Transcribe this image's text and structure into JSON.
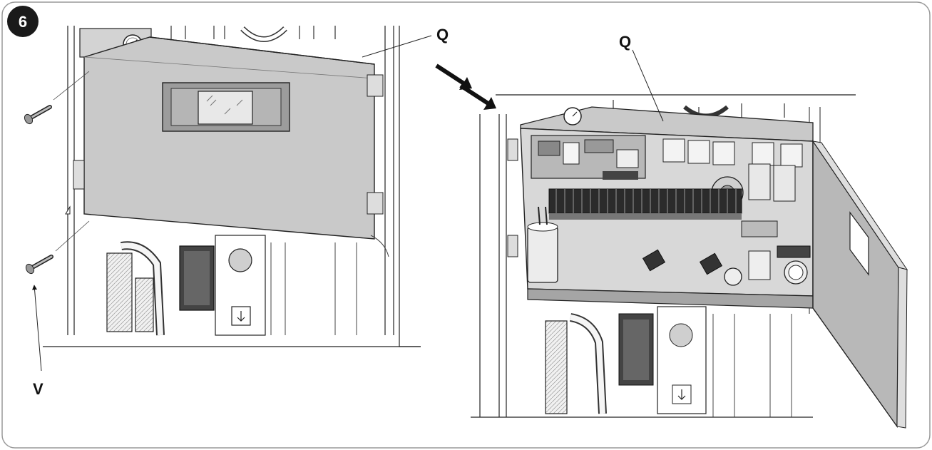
{
  "figure": {
    "step_number": "6",
    "labels": {
      "panel_left": "Q",
      "panel_right": "Q",
      "screws": "V"
    }
  },
  "colors": {
    "panel_gray": "#c9c9c9",
    "door_gray": "#b8b8b8",
    "line": "#222222",
    "badge": "#1a1a1a"
  },
  "icons": [
    "screw-icon",
    "arrow-icon",
    "pressure-gauge-icon",
    "display-icon",
    "terminal-block-icon",
    "capacitor-icon"
  ]
}
